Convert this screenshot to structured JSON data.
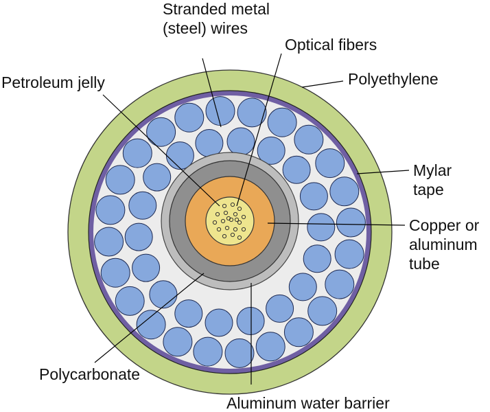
{
  "colors": {
    "polyethylene": "#c3d589",
    "mylar": "#6f5fa3",
    "filler": "#ececec",
    "wire": "#86a8dd",
    "wire_stroke": "#1e2a52",
    "polycarbonate": "#bdbdbd",
    "water_barrier": "#8f8f8f",
    "tube": "#e9a857",
    "jelly": "#eee58e",
    "fiber": "#333333"
  },
  "labels": {
    "stranded_line1": "Stranded metal",
    "stranded_line2": "(steel) wires",
    "optical": "Optical fibers",
    "petroleum": "Petroleum jelly",
    "polyethylene": "Polyethylene",
    "mylar_line1": "Mylar",
    "mylar_line2": "tape",
    "tube_line1": "Copper or",
    "tube_line2": "aluminum",
    "tube_line3": "tube",
    "polycarbonate": "Polycarbonate",
    "water_barrier": "Aluminum water barrier"
  }
}
